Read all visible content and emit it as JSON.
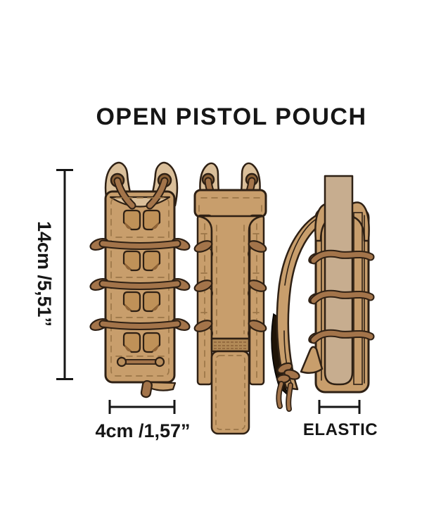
{
  "header": {
    "title": "OPEN PISTOL POUCH"
  },
  "annotations": {
    "height_label": "14cm /5,51”",
    "width_label": "4cm /1,57”",
    "elastic_label": "ELASTIC"
  },
  "colors": {
    "background": "#ffffff",
    "text": "#161616",
    "outline": "#2e2014",
    "body_tan": "#c89e6c",
    "light_tan": "#dabf9a",
    "slot_tan": "#bf9158",
    "cord_brown": "#a3744a",
    "stitch_tan": "#9b7648",
    "velcro_tan": "#b28a57",
    "liner_tan": "#c7ad8f",
    "spine_tan": "#b58757",
    "black_strap": "#1f1408"
  }
}
